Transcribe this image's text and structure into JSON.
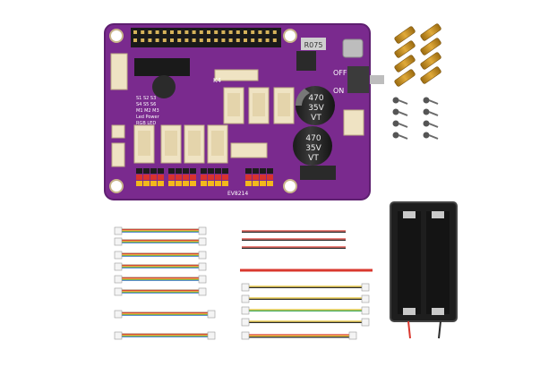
{
  "board": {
    "regulator": "R075",
    "switch_off": "OFF",
    "switch_on": "ON",
    "cap1": [
      "470",
      "35V",
      "VT"
    ],
    "cap2": [
      "470",
      "35V",
      "VT"
    ],
    "connector_label": "K4",
    "bottom_text": "EV8214",
    "silk_left": [
      "S1 S2 S3",
      "S4 S5 S6",
      "M1 M2 M3",
      "Led Power",
      "RGB LED"
    ]
  },
  "colors": {
    "pcb": "#7a2a8e",
    "pcb_edge": "#5e1f70",
    "header_red": "#d8322d",
    "header_yellow": "#f2b81c",
    "header_black": "#1d1d1d",
    "connector": "#efe3c3",
    "standoff": "#c8901e",
    "wire_red": "#d9382f",
    "wire_black": "#2c2c2c",
    "wire_yellow": "#e8c22a",
    "wire_green": "#3aa657"
  }
}
